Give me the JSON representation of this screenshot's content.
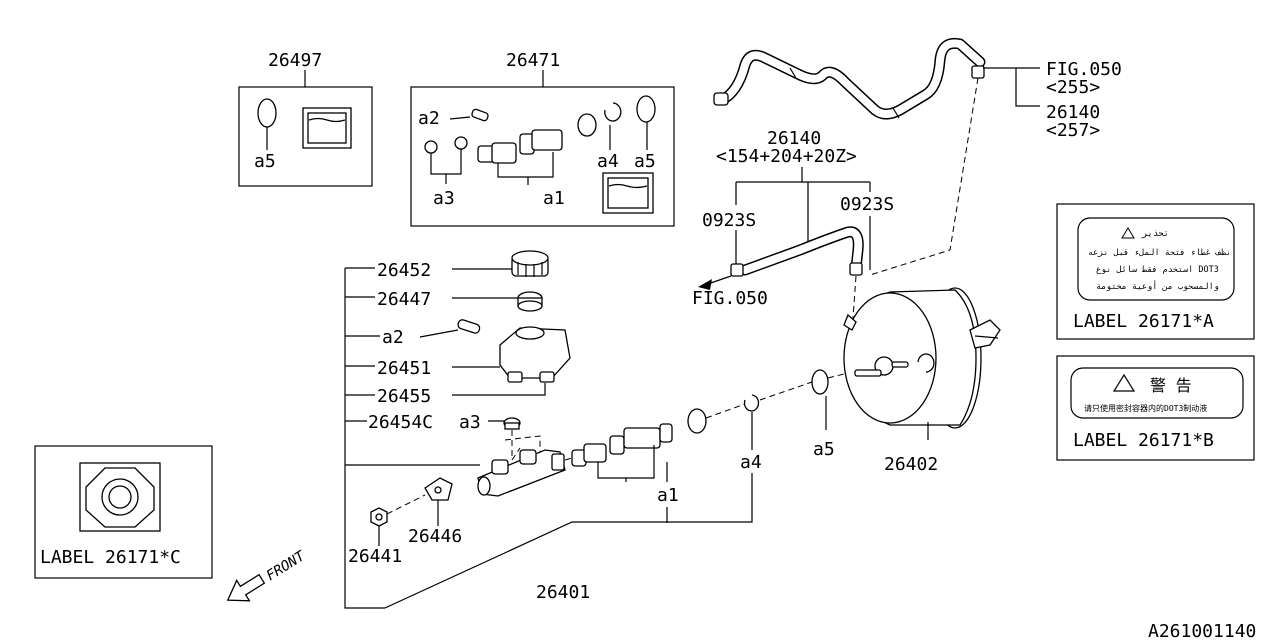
{
  "parts": {
    "p26497": "26497",
    "p26471": "26471",
    "p26140_top": "26140",
    "fig050_top": "FIG.050",
    "code255": "<255>",
    "code257": "<257>",
    "p26140_mid": "26140",
    "code_mid": "<154+204+20Z>",
    "p0923s_left": "0923S",
    "p0923s_right": "0923S",
    "fig050_mid": "FIG.050",
    "p26452": "26452",
    "p26447": "26447",
    "p26451": "26451",
    "p26455": "26455",
    "p26454c": "26454C",
    "p26446": "26446",
    "p26441": "26441",
    "p26401": "26401",
    "p26402": "26402",
    "a1_box": "a1",
    "a2_box": "a2",
    "a3_box": "a3",
    "a4_box": "a4",
    "a5_box": "a5",
    "a5_left": "a5",
    "a2_main": "a2",
    "a3_main": "a3",
    "a1_main": "a1",
    "a4_main": "a4",
    "a5_main": "a5"
  },
  "labels": {
    "a": "LABEL 26171*A",
    "b": "LABEL 26171*B",
    "c": "LABEL 26171*C",
    "a_heading": "تحذير",
    "a_line1": "نظف غطاء فتحة الملء قبل نزعه",
    "a_line2": "استخدم فقط سائل نوع DOT3",
    "a_line3": "والمسحوب من أوعية مختومة",
    "b_heading": "警 告",
    "b_line": "请只使用密封容器内的DOT3制动液"
  },
  "front": "FRONT",
  "diagram_id": "A261001140"
}
